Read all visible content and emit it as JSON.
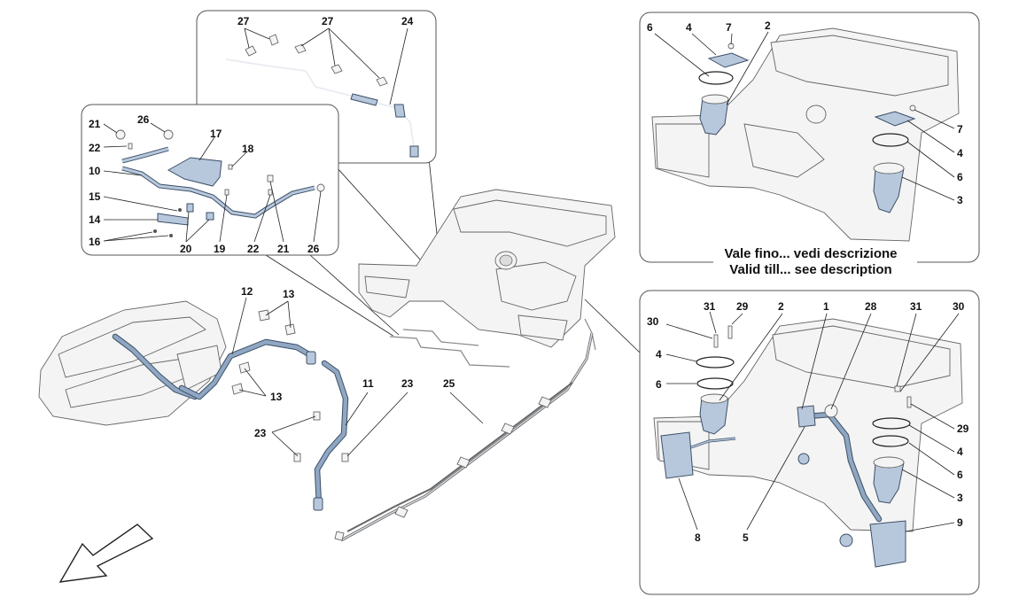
{
  "note": {
    "line1": "Vale fino... vedi descrizione",
    "line2": "Valid till... see description"
  },
  "callouts": {
    "top_panel": [
      "27",
      "27",
      "24"
    ],
    "left_panel": [
      "21",
      "26",
      "22",
      "17",
      "18",
      "10",
      "15",
      "14",
      "16",
      "20",
      "19",
      "22",
      "21",
      "26"
    ],
    "main": [
      "12",
      "13",
      "13",
      "11",
      "23",
      "23",
      "25"
    ],
    "upper_right_panel": [
      "6",
      "4",
      "7",
      "2",
      "7",
      "4",
      "6",
      "3"
    ],
    "lower_right_panel": [
      "31",
      "29",
      "30",
      "2",
      "1",
      "28",
      "31",
      "30",
      "4",
      "6",
      "29",
      "4",
      "6",
      "3",
      "8",
      "5",
      "9"
    ]
  },
  "colors": {
    "part_highlight": "#b7c8dd",
    "part_outline": "#3c4f66",
    "frame": "#555555"
  },
  "icons": [
    "direction-arrow-icon"
  ]
}
